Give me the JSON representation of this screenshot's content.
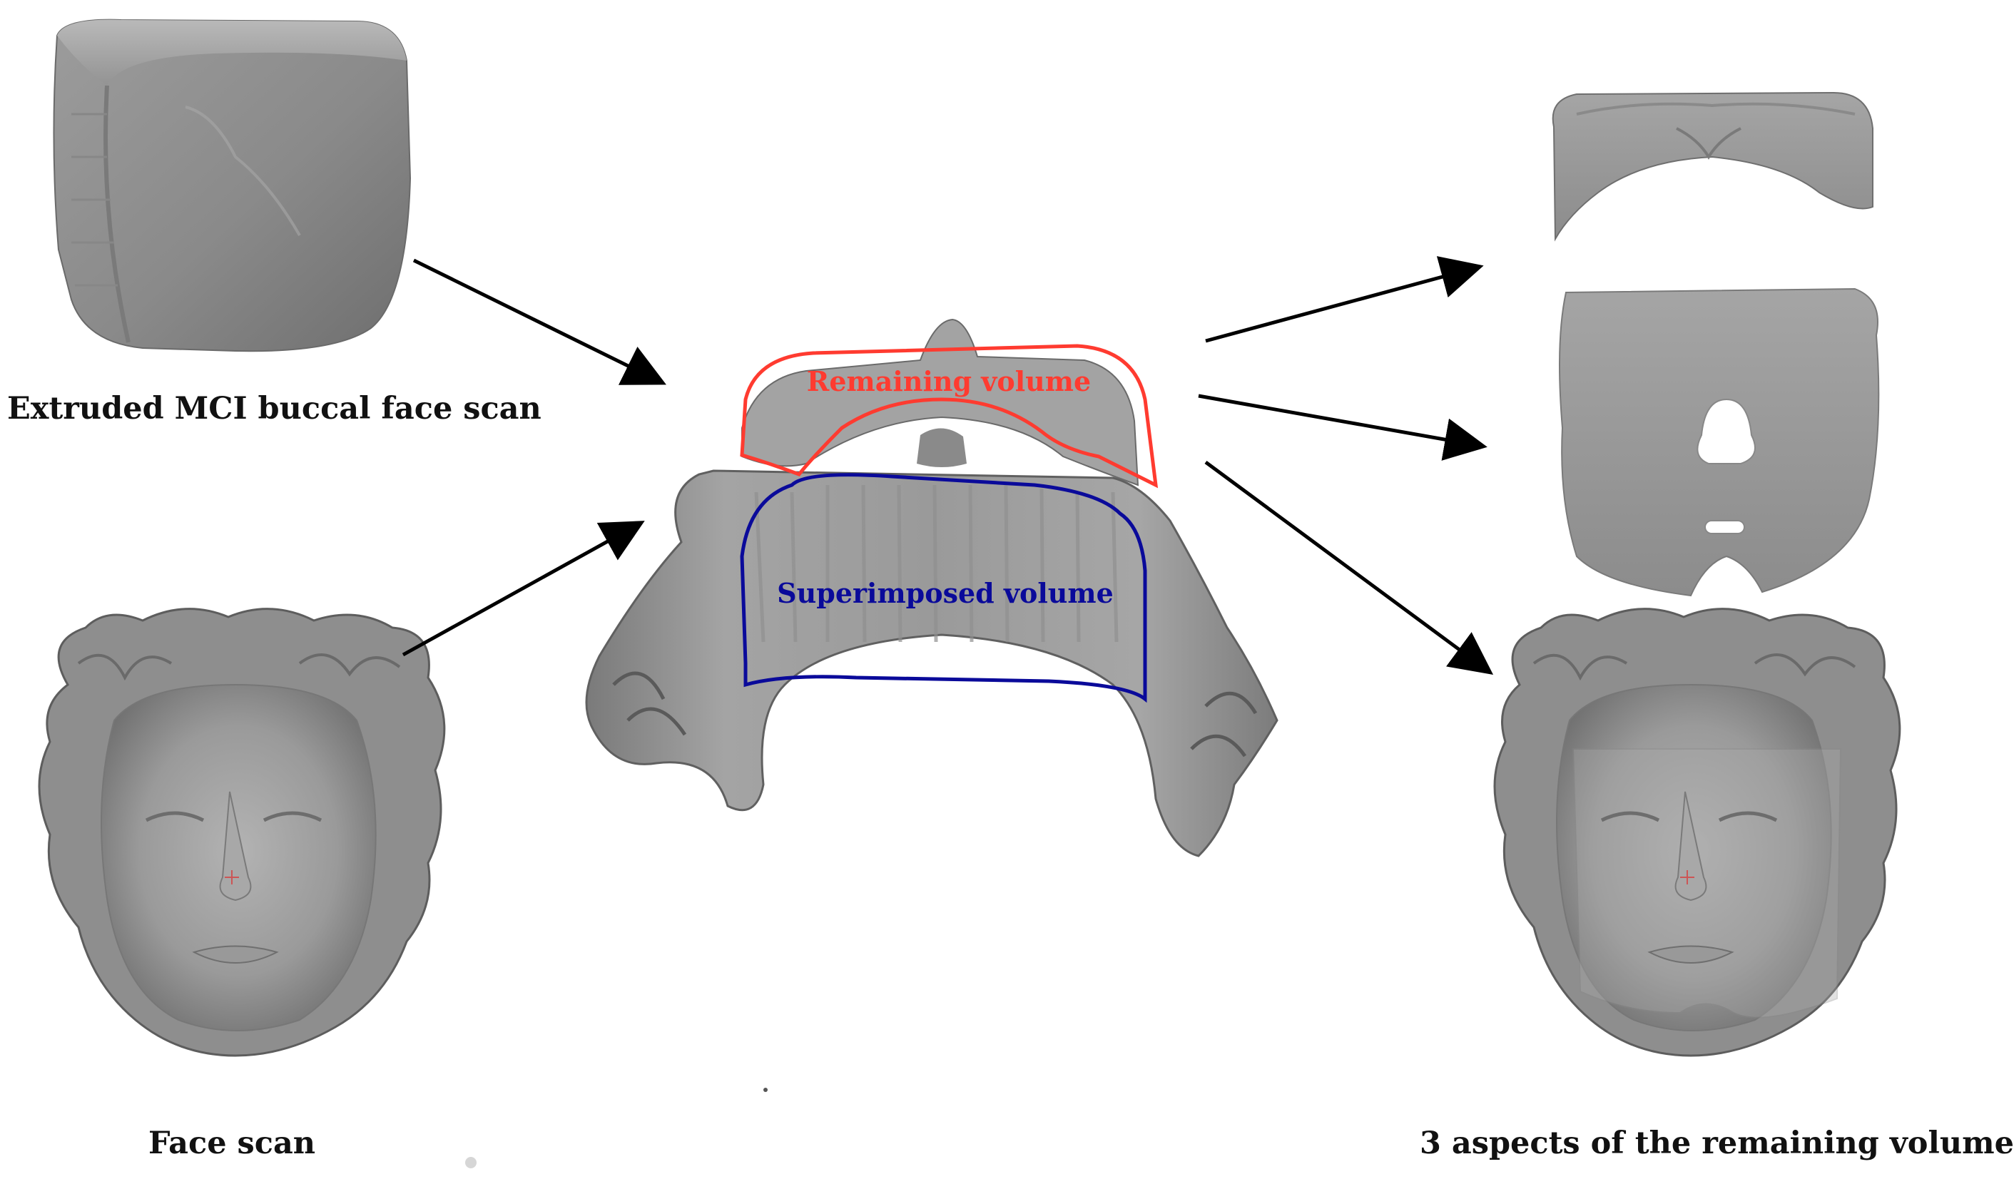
{
  "labels": {
    "extruded": "Extruded MCI buccal face scan",
    "face_scan": "Face scan",
    "remaining_volume": "Remaining volume",
    "superimposed_volume": "Superimposed volume",
    "aspects": "3 aspects of the remaining volume"
  },
  "colors": {
    "mesh_fill": "#8f8f8f",
    "mesh_light": "#b2b2b2",
    "mesh_dark": "#5e5e5e",
    "remaining_outline": "#ff3b30",
    "superimposed_outline": "#0a0a9a",
    "arrow": "#000000"
  }
}
